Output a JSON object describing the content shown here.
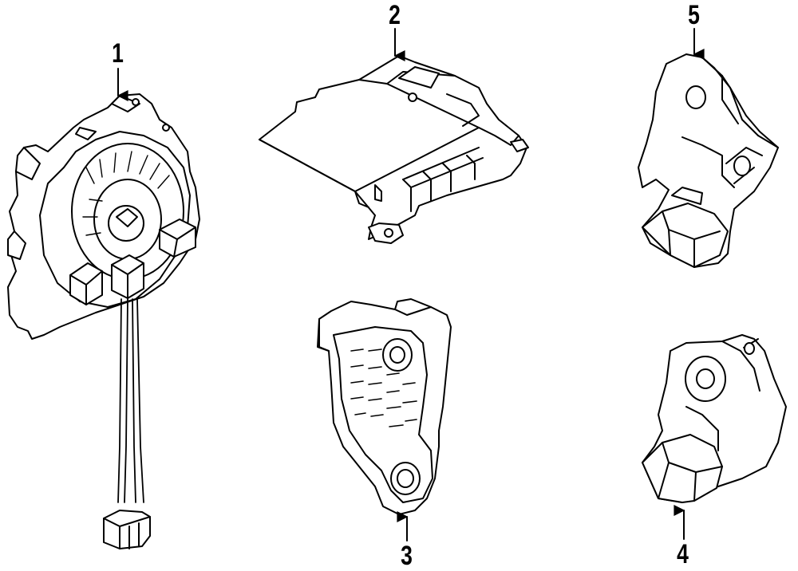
{
  "diagram": {
    "callouts": [
      {
        "id": "1",
        "label": "1",
        "part": "clockspring"
      },
      {
        "id": "2",
        "label": "2",
        "part": "control-module"
      },
      {
        "id": "3",
        "label": "3",
        "part": "sensor-bracket"
      },
      {
        "id": "4",
        "label": "4",
        "part": "impact-sensor-lower"
      },
      {
        "id": "5",
        "label": "5",
        "part": "impact-sensor-upper"
      }
    ],
    "colors": {
      "line": "#000000",
      "fill": "#ffffff"
    }
  }
}
